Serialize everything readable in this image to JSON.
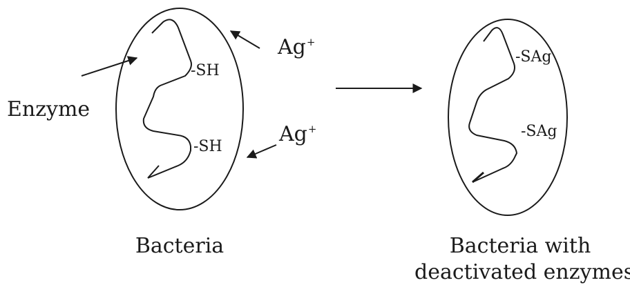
{
  "left_cell": {
    "enzyme_label": "Enzyme",
    "thiol_top": "-SH",
    "thiol_bottom": "-SH",
    "ion_top": {
      "symbol": "Ag",
      "charge": "+"
    },
    "ion_bottom": {
      "symbol": "Ag",
      "charge": "+"
    },
    "caption": "Bacteria"
  },
  "right_cell": {
    "bound_top": "-SAg",
    "bound_bottom": "-SAg",
    "caption_line1": "Bacteria with",
    "caption_line2": "deactivated enzymes"
  },
  "colors": {
    "ink": "#1a1a1a",
    "background": "#ffffff"
  }
}
